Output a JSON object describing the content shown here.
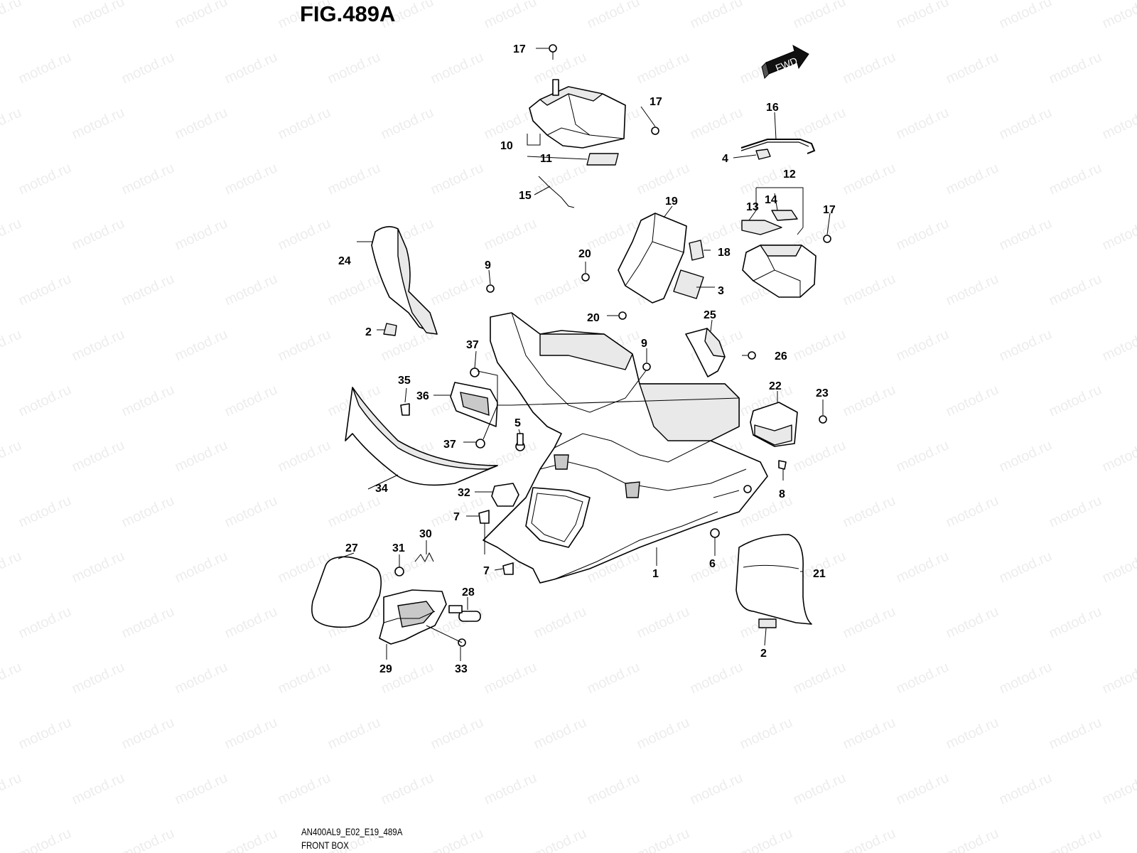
{
  "title": "FIG.489A",
  "drawing_code": "AN400AL9_E02_E19_489A",
  "caption": "FRONT BOX",
  "watermark": "motod.ru",
  "fwd_label": "FWD",
  "callouts": {
    "c1": "1",
    "c2a": "2",
    "c2b": "2",
    "c3": "3",
    "c4": "4",
    "c5": "5",
    "c6": "6",
    "c7a": "7",
    "c7b": "7",
    "c8": "8",
    "c9a": "9",
    "c9b": "9",
    "c10": "10",
    "c11": "11",
    "c12": "12",
    "c13": "13",
    "c14": "14",
    "c15": "15",
    "c16": "16",
    "c17a": "17",
    "c17b": "17",
    "c17c": "17",
    "c18": "18",
    "c19": "19",
    "c20a": "20",
    "c20b": "20",
    "c21": "21",
    "c22": "22",
    "c23": "23",
    "c24": "24",
    "c25": "25",
    "c26": "26",
    "c27": "27",
    "c28": "28",
    "c29": "29",
    "c30": "30",
    "c31": "31",
    "c32": "32",
    "c33": "33",
    "c34": "34",
    "c35": "35",
    "c36": "36",
    "c37a": "37",
    "c37b": "37"
  }
}
